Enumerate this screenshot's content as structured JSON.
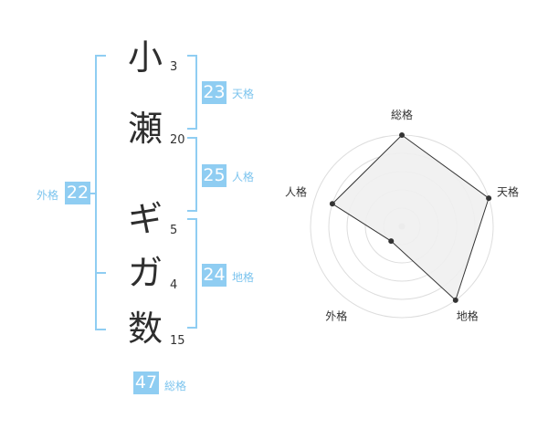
{
  "name_chars": [
    {
      "char": "小",
      "strokes": "3"
    },
    {
      "char": "瀬",
      "strokes": "20"
    },
    {
      "char": "ギ",
      "strokes": "5"
    },
    {
      "char": "ガ",
      "strokes": "4"
    },
    {
      "char": "数",
      "strokes": "15"
    }
  ],
  "fortunes": {
    "tenkaku": {
      "label": "天格",
      "value": "23"
    },
    "jinkaku": {
      "label": "人格",
      "value": "25"
    },
    "chikaku": {
      "label": "地格",
      "value": "24"
    },
    "gaikaku": {
      "label": "外格",
      "value": "22"
    },
    "soukaku": {
      "label": "総格",
      "value": "47"
    }
  },
  "colors": {
    "accent": "#8fcdf2",
    "accent_text": "#7cc4ee",
    "radar_fill": "#f0f0f0",
    "radar_stroke": "#333333"
  },
  "chart_data": {
    "type": "radar",
    "axes": [
      "総格",
      "天格",
      "地格",
      "外格",
      "人格"
    ],
    "values": [
      5,
      5,
      5,
      1,
      4
    ],
    "range": [
      0,
      5
    ],
    "rings": 5
  }
}
